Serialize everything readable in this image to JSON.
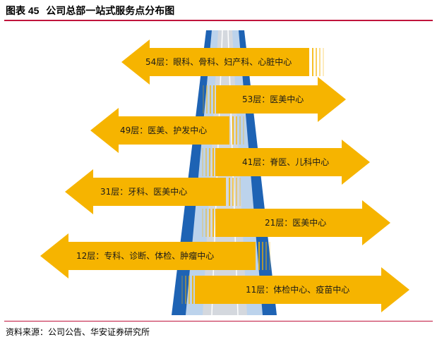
{
  "title": {
    "figure_number": "图表 45",
    "text": "公司总部一站式服务点分布图"
  },
  "source": "资料来源：公司公告、华安证券研究所",
  "colors": {
    "road_blue": "#1e63b4",
    "road_light": "#bcd3ec",
    "road_gray": "#d4d8de",
    "arrow_fill": "#f6b400",
    "rule": "#c0143c"
  },
  "floors": [
    {
      "label": "54层：眼科、骨科、妇产科、心脏中心",
      "direction": "left"
    },
    {
      "label": "53层：医美中心",
      "direction": "right"
    },
    {
      "label": "49层：医美、护发中心",
      "direction": "left"
    },
    {
      "label": "41层：脊医、儿科中心",
      "direction": "right"
    },
    {
      "label": "31层：牙科、医美中心",
      "direction": "left"
    },
    {
      "label": "21层：医美中心",
      "direction": "right"
    },
    {
      "label": "12层：专科、诊断、体检、肿瘤中心",
      "direction": "left"
    },
    {
      "label": "11层：体检中心、疫苗中心",
      "direction": "right"
    }
  ]
}
